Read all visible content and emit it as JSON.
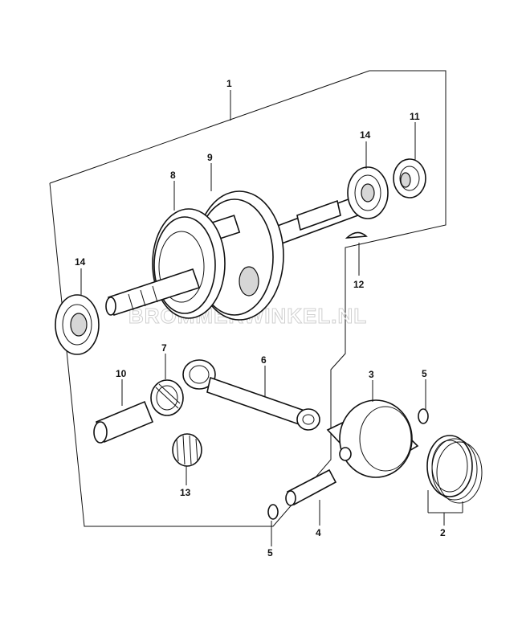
{
  "watermark": "BROMMERWINKEL.NL",
  "callouts": {
    "c1": "1",
    "c2": "2",
    "c3": "3",
    "c4": "4",
    "c5a": "5",
    "c5b": "5",
    "c6": "6",
    "c7": "7",
    "c8": "8",
    "c9": "9",
    "c10": "10",
    "c11": "11",
    "c12": "12",
    "c13": "13",
    "c14a": "14",
    "c14b": "14"
  }
}
